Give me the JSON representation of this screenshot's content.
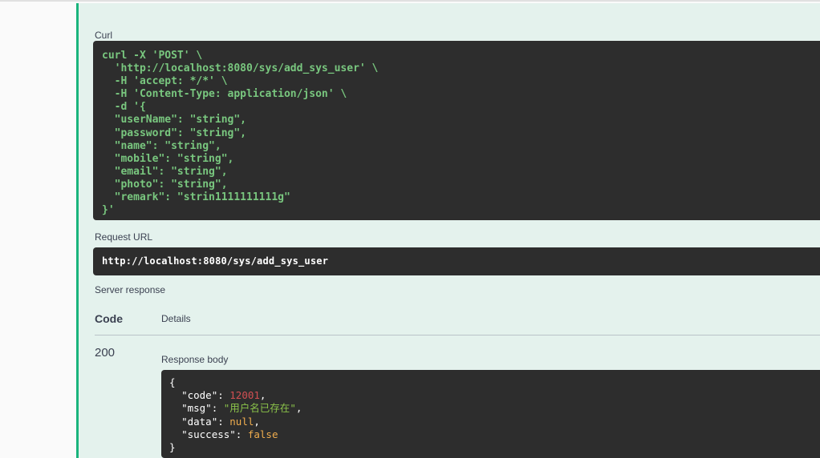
{
  "panel": {
    "accent_color": "#19b47c",
    "background_color": "#e4f2ed"
  },
  "curl": {
    "label": "Curl",
    "command": "curl -X 'POST' \\\n  'http://localhost:8080/sys/add_sys_user' \\\n  -H 'accept: */*' \\\n  -H 'Content-Type: application/json' \\\n  -d '{\n  \"userName\": \"string\",\n  \"password\": \"string\",\n  \"name\": \"string\",\n  \"mobile\": \"string\",\n  \"email\": \"string\",\n  \"photo\": \"string\",\n  \"remark\": \"strin1111111111g\"\n}'",
    "method": "POST",
    "url": "http://localhost:8080/sys/add_sys_user",
    "headers": [
      "accept: */*",
      "Content-Type: application/json"
    ],
    "body_fields": {
      "userName": "string",
      "password": "string",
      "name": "string",
      "mobile": "string",
      "email": "string",
      "photo": "string",
      "remark": "strin1111111111g"
    },
    "text_color": "#79c77f"
  },
  "request_url": {
    "label": "Request URL",
    "value": "http://localhost:8080/sys/add_sys_user"
  },
  "server_response": {
    "label": "Server response",
    "columns": {
      "code": "Code",
      "details": "Details"
    },
    "rows": [
      {
        "code": "200",
        "details_label": "Response body",
        "body": {
          "code": 12001,
          "msg": "用户名已存在",
          "data": null,
          "success": false
        }
      }
    ],
    "colors": {
      "number": "#d14f52",
      "string": "#8bc34a",
      "literal": "#f0ad4e",
      "key": "#ffffff"
    }
  }
}
